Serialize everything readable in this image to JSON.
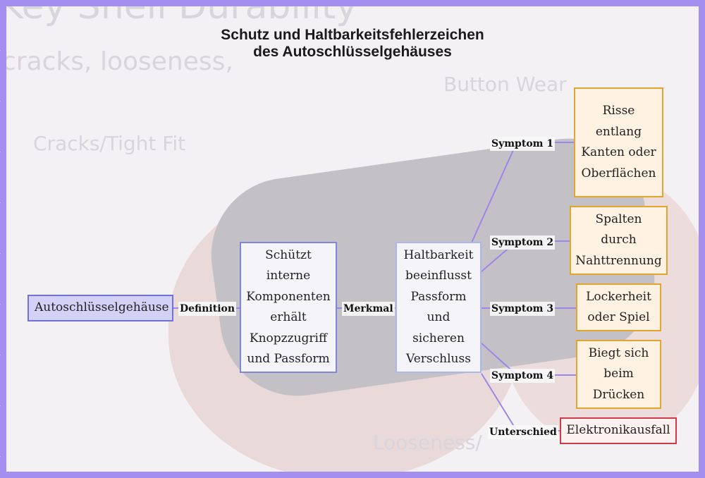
{
  "title": {
    "line1": "Schutz und Haltbarkeitsfehlerzeichen",
    "line2": "des Autoschlüsselgehäuses"
  },
  "background_text": {
    "top": "Key Shell Durability",
    "sub": "cracks, looseness,",
    "button": "Button Wear",
    "cracks": "Cracks/Tight Fit",
    "loose": "Looseness/"
  },
  "nodes": {
    "root": "Autoschlüsselgehäuse",
    "definition": [
      "Schützt",
      "interne",
      "Komponenten",
      "erhält",
      "Knopzzugriff",
      "und Passform"
    ],
    "characteristic": [
      "Haltbarkeit",
      "beeinflusst",
      "Passform",
      "und",
      "sicheren",
      "Verschluss"
    ],
    "symptom1": [
      "Risse",
      "entlang",
      "Kanten oder",
      "Oberflächen"
    ],
    "symptom2": [
      "Spalten",
      "durch",
      "Nahttrennung"
    ],
    "symptom3": [
      "Lockerheit",
      "oder Spiel"
    ],
    "symptom4": [
      "Biegt sich",
      "beim",
      "Drücken"
    ],
    "difference": [
      "Elektronikausfall"
    ]
  },
  "edge_labels": {
    "definition": "Definition",
    "characteristic": "Merkmal",
    "symptom1": "Symptom 1",
    "symptom2": "Symptom 2",
    "symptom3": "Symptom 3",
    "symptom4": "Symptom 4",
    "difference": "Unterschied"
  },
  "colors": {
    "edge": "#9b87ea",
    "root_fill": "#d3d2f6",
    "root_border": "#6f72d8",
    "symptom_border": "#e5a52d",
    "symptom_fill": "#fff2e2",
    "difference_border": "#cf3b47"
  }
}
